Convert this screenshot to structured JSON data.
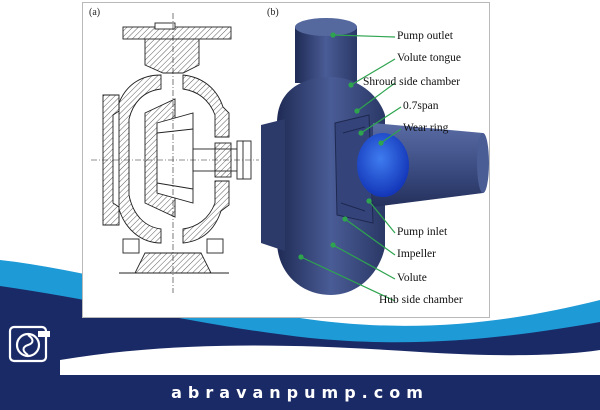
{
  "panels": {
    "a": "(a)",
    "b": "(b)"
  },
  "labels": {
    "pump_outlet": "Pump outlet",
    "volute_tongue": "Volute tongue",
    "shroud_side_chamber": "Shroud side chamber",
    "span": "0.7span",
    "wear_ring": "Wear ring",
    "pump_inlet": "Pump inlet",
    "impeller": "Impeller",
    "volute": "Volute",
    "hub_side_chamber": "Hub side chamber"
  },
  "footer": {
    "website": "abravanpump.com"
  },
  "colors": {
    "navy": "#1a2a66",
    "accent_blue": "#1e9ad6",
    "model_blue": "#3d4f86",
    "arrow_green": "#2ea44f"
  },
  "icons": {
    "logo": "pump-logo-icon"
  }
}
